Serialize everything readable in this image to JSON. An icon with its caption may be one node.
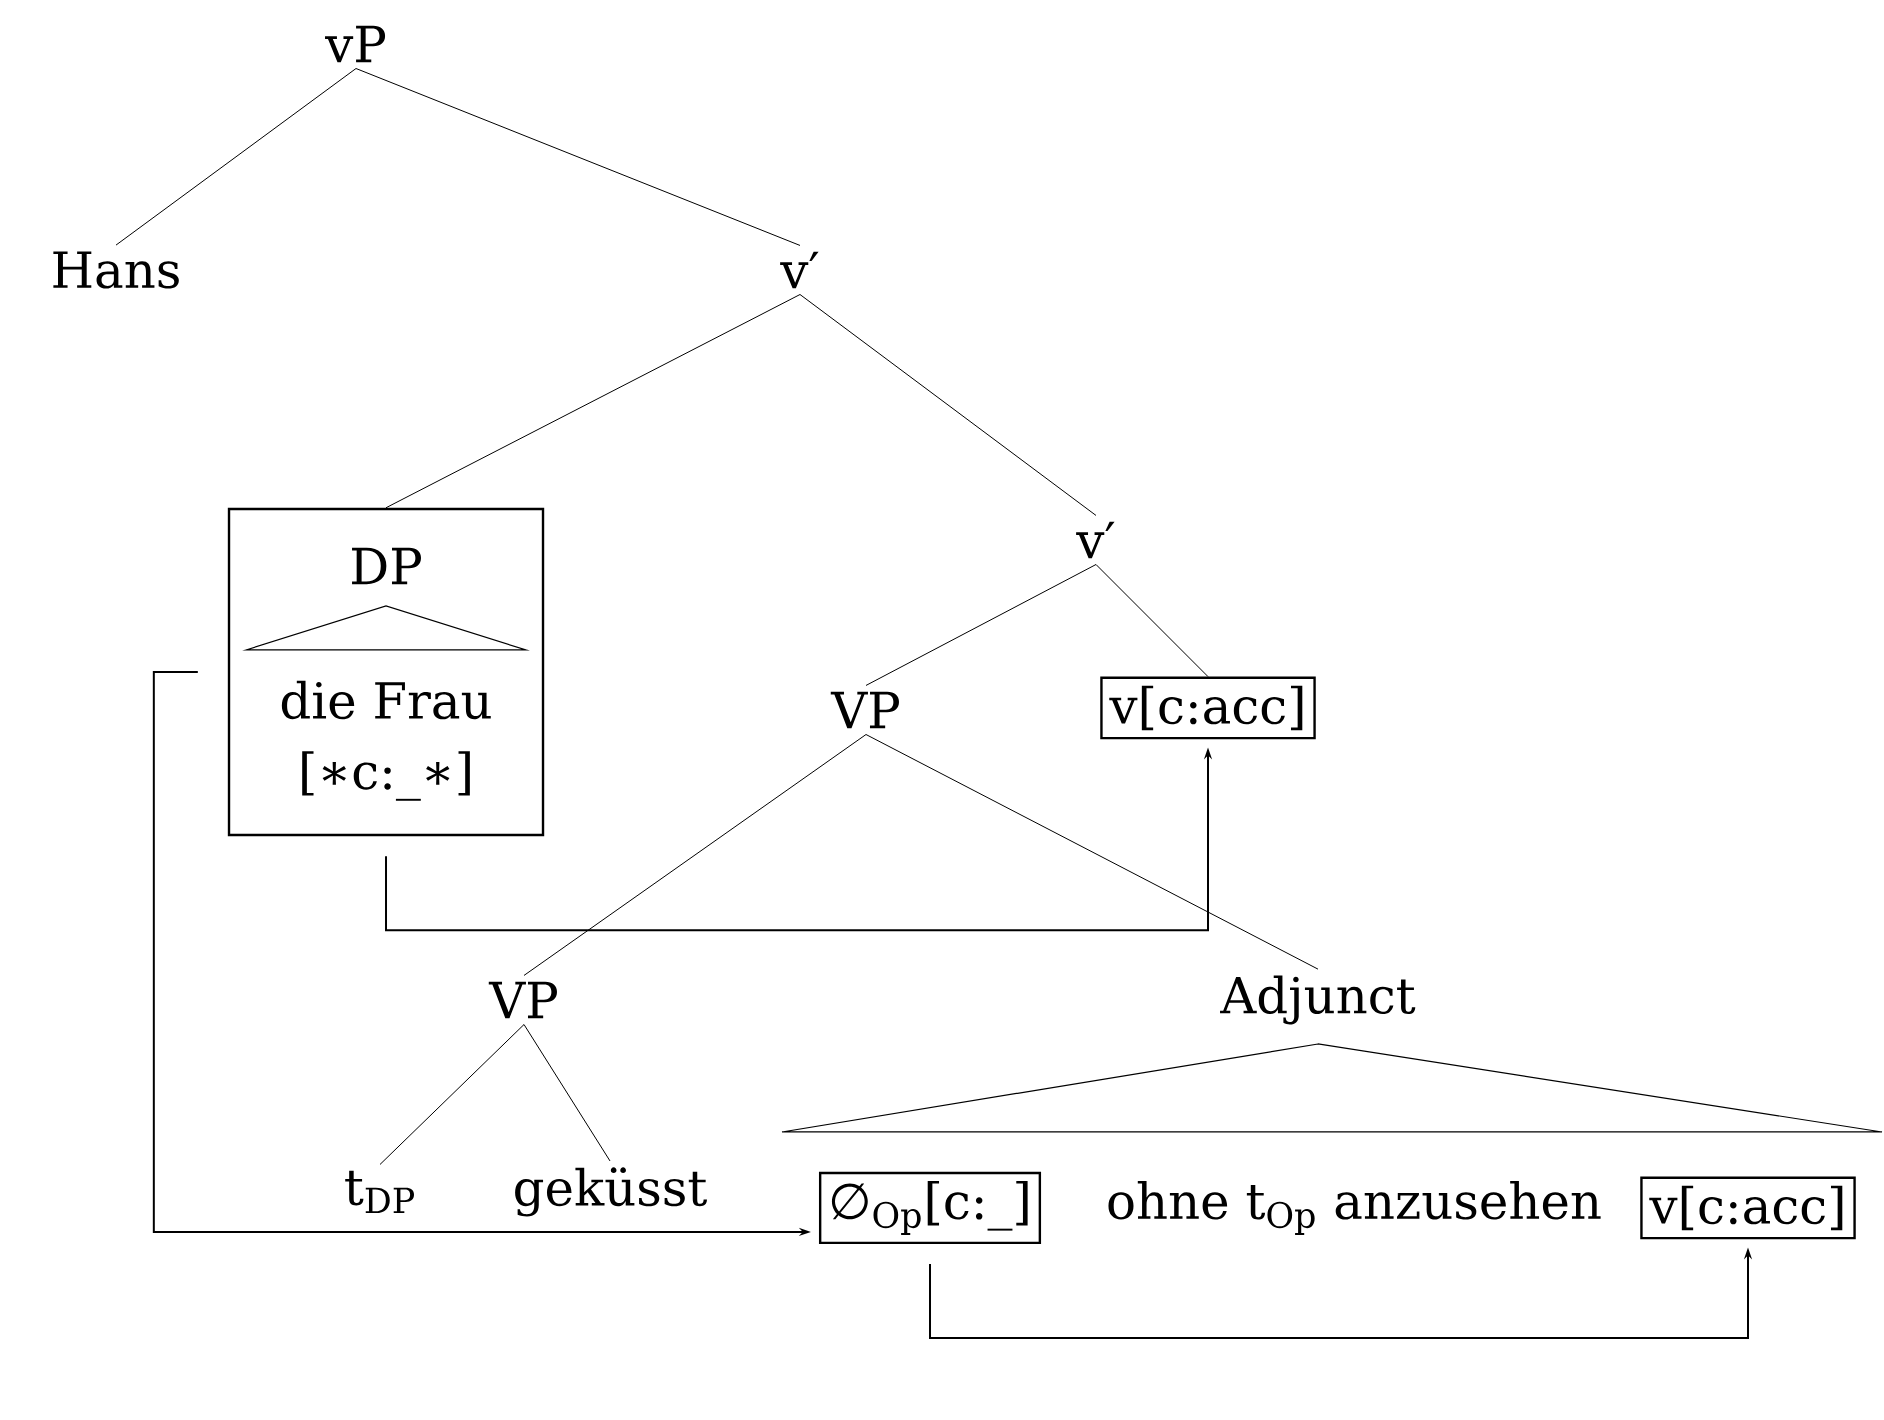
{
  "diagram": {
    "nodes": [
      {
        "text": [
          "vP"
        ]
      },
      {
        "text": [
          "Hans"
        ]
      },
      {
        "text": [
          "v′"
        ]
      },
      {
        "text": [
          "DP",
          "die Frau",
          "[∗c:_∗]"
        ]
      },
      {
        "text": [
          "v′"
        ]
      },
      {
        "text": [
          "VP"
        ]
      },
      {
        "text": [
          "v[c:acc]"
        ]
      },
      {
        "text": [
          "VP"
        ]
      },
      {
        "text": [
          "Adjunct"
        ]
      },
      {
        "text": [
          "t$_{DP}$"
        ]
      },
      {
        "text": [
          "geküsst"
        ]
      },
      {
        "text": [
          "∅$_{Op}$[c:_]"
        ]
      },
      {
        "text": [
          "v[c:acc]"
        ]
      },
      {
        "text": [],
        "shape": "triangle"
      }
    ],
    "edges": [
      {
        "from": 0,
        "to": 1,
        "arrow": "none"
      },
      {
        "from": 0,
        "to": 2,
        "arrow": "none"
      },
      {
        "from": 2,
        "to": 3,
        "arrow": "none"
      },
      {
        "from": 2,
        "to": 4,
        "arrow": "none"
      },
      {
        "from": 4,
        "to": 5,
        "arrow": "none"
      },
      {
        "from": 4,
        "to": 6,
        "arrow": "none"
      },
      {
        "from": 5,
        "to": 7,
        "arrow": "none"
      },
      {
        "from": 5,
        "to": 8,
        "arrow": "none"
      },
      {
        "from": 7,
        "to": 9,
        "arrow": "none"
      },
      {
        "from": 7,
        "to": 10,
        "arrow": "none"
      },
      {
        "from": 3,
        "to": 6,
        "arrow": "to"
      },
      {
        "from": 3,
        "to": 11,
        "arrow": "to"
      },
      {
        "from": 11,
        "to": 12,
        "arrow": "to"
      }
    ],
    "labels": [
      "ohne t$_{Op}$ anzusehen"
    ]
  }
}
